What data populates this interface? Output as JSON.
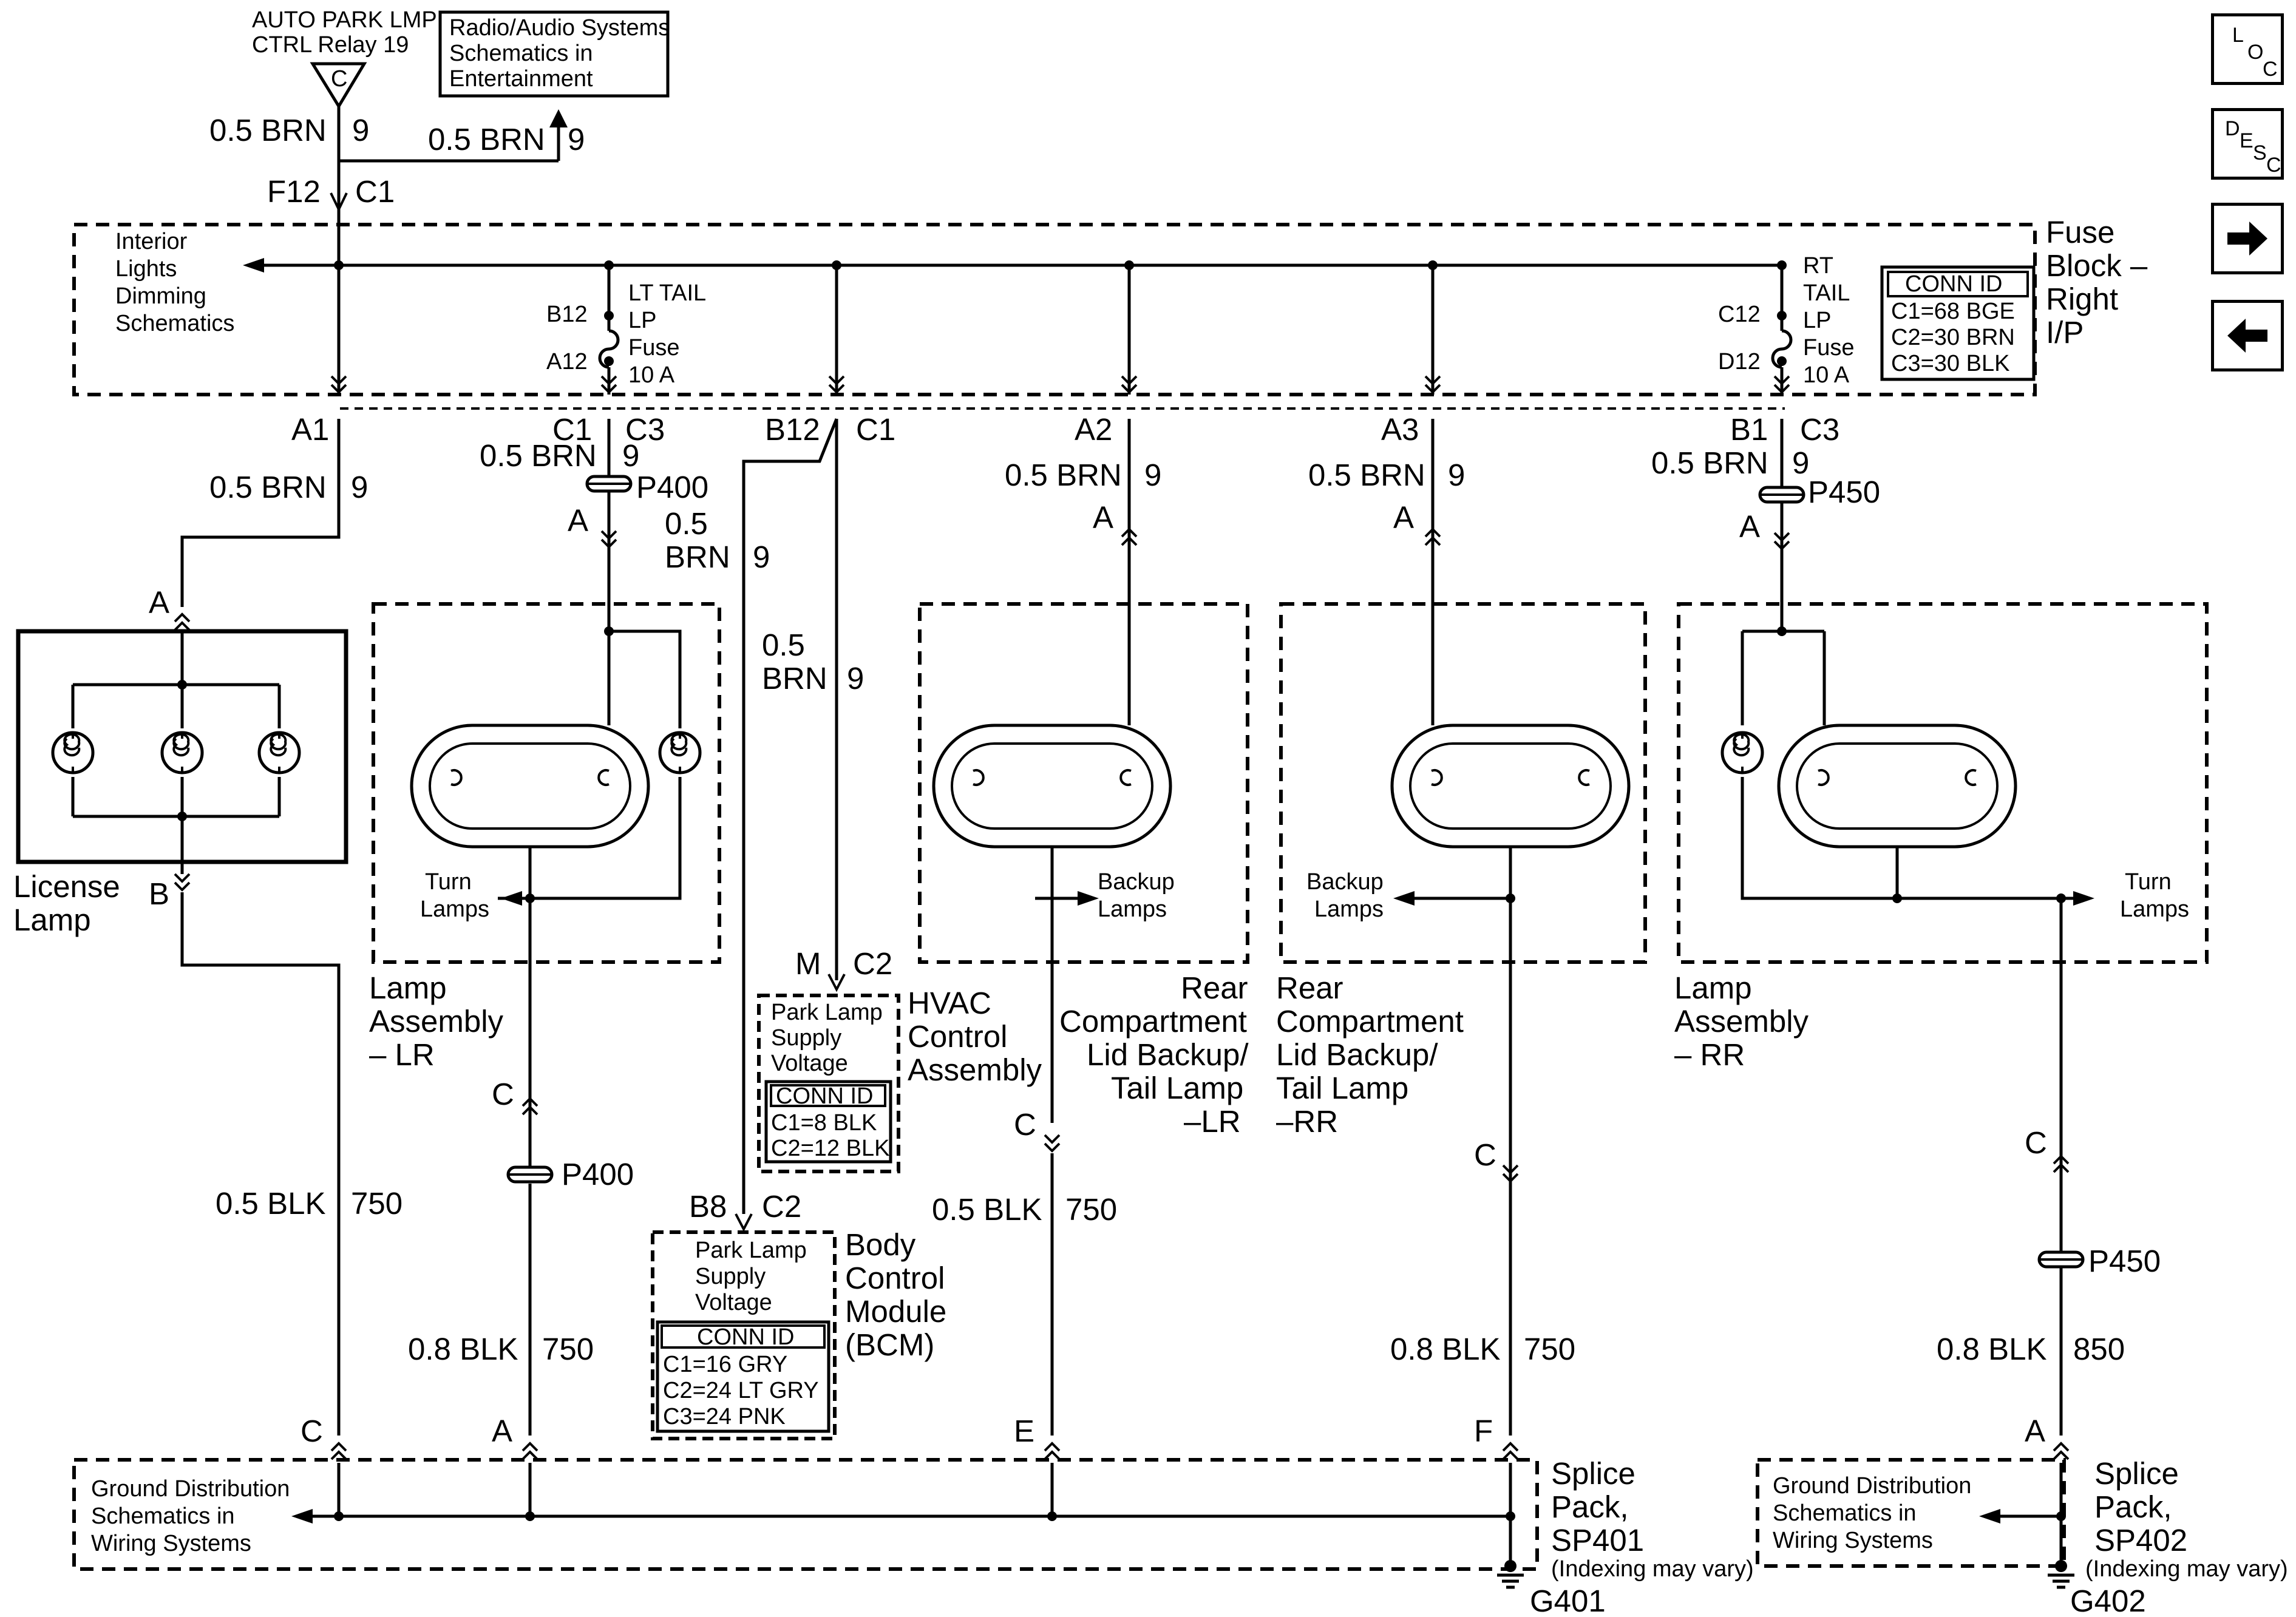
{
  "nav": {
    "loc": {
      "l1": "L",
      "l2": "O",
      "l3": "C"
    },
    "desc": {
      "l1": "D",
      "l2": "E",
      "l3": "S",
      "l4": "C"
    }
  },
  "boxes": {
    "radio": [
      "Radio/Audio Systems",
      "Schematics in",
      "Entertainment"
    ],
    "fuse_block": [
      "Fuse",
      "Block –",
      "Right",
      "I/P"
    ],
    "fuse_conn": {
      "title": "CONN ID",
      "rows": [
        "C1=68 BGE",
        "C2=30 BRN",
        "C3=30 BLK"
      ]
    },
    "interior": [
      "Interior",
      "Lights",
      "Dimming",
      "Schematics"
    ],
    "lt_fuse": [
      "LT TAIL",
      "LP",
      "Fuse",
      "10 A"
    ],
    "rt_fuse": [
      "RT",
      "TAIL",
      "LP",
      "Fuse",
      "10 A"
    ],
    "hvac": {
      "inner": [
        "Park Lamp",
        "Supply",
        "Voltage"
      ],
      "conn_title": "CONN ID",
      "conn_rows": [
        "C1=8 BLK",
        "C2=12 BLK"
      ],
      "name": [
        "HVAC",
        "Control",
        "Assembly"
      ]
    },
    "bcm": {
      "inner": [
        "Park Lamp",
        "Supply",
        "Voltage"
      ],
      "conn_title": "CONN ID",
      "conn_rows": [
        "C1=16 GRY",
        "C2=24 LT GRY",
        "C3=24 PNK"
      ],
      "name": [
        "Body",
        "Control",
        "Module",
        "(BCM)"
      ]
    },
    "license": [
      "License",
      "Lamp"
    ],
    "lamp_lr": [
      "Lamp",
      "Assembly",
      "– LR"
    ],
    "lamp_rr": [
      "Lamp",
      "Assembly",
      "– RR"
    ],
    "rear_lr": [
      "Rear",
      "Compartment",
      "Lid Backup/",
      "Tail Lamp",
      "–LR"
    ],
    "rear_rr": [
      "Rear",
      "Compartment",
      "Lid Backup/",
      "Tail Lamp",
      "–RR"
    ],
    "sp401": [
      "Splice",
      "Pack,",
      "SP401",
      "(Indexing may vary)"
    ],
    "sp402": [
      "Splice",
      "Pack,",
      "SP402",
      "(Indexing may vary)"
    ],
    "ground_dist1": [
      "Ground Distribution",
      "Schematics in",
      "Wiring Systems"
    ],
    "ground_dist2": [
      "Ground Distribution",
      "Schematics in",
      "Wiring Systems"
    ]
  },
  "labels": {
    "relay": [
      "AUTO PARK LMP",
      "CTRL Relay 19"
    ],
    "relay_c": "C",
    "turn": [
      "Turn",
      "Lamps"
    ],
    "backup": [
      "Backup",
      "Lamps"
    ],
    "g401": "G401",
    "g402": "G402"
  },
  "wires": {
    "brn05": "0.5 BRN",
    "brn_half_a": "0.5",
    "brn_half_b": "BRN",
    "blk05": "0.5 BLK",
    "blk08": "0.8 BLK",
    "c9": "9",
    "c750": "750",
    "c850": "850"
  },
  "pins": {
    "f12": "F12",
    "c1": "C1",
    "a1": "A1",
    "c3": "C3",
    "b12": "B12",
    "a2": "A2",
    "a3": "A3",
    "b1": "B1",
    "a": "A",
    "b": "B",
    "c": "C",
    "e": "E",
    "f": "F",
    "m": "M",
    "c2": "C2",
    "b8": "B8",
    "fb12": "B12",
    "fa12": "A12",
    "fc12": "C12",
    "fd12": "D12",
    "p400": "P400",
    "p450": "P450"
  }
}
